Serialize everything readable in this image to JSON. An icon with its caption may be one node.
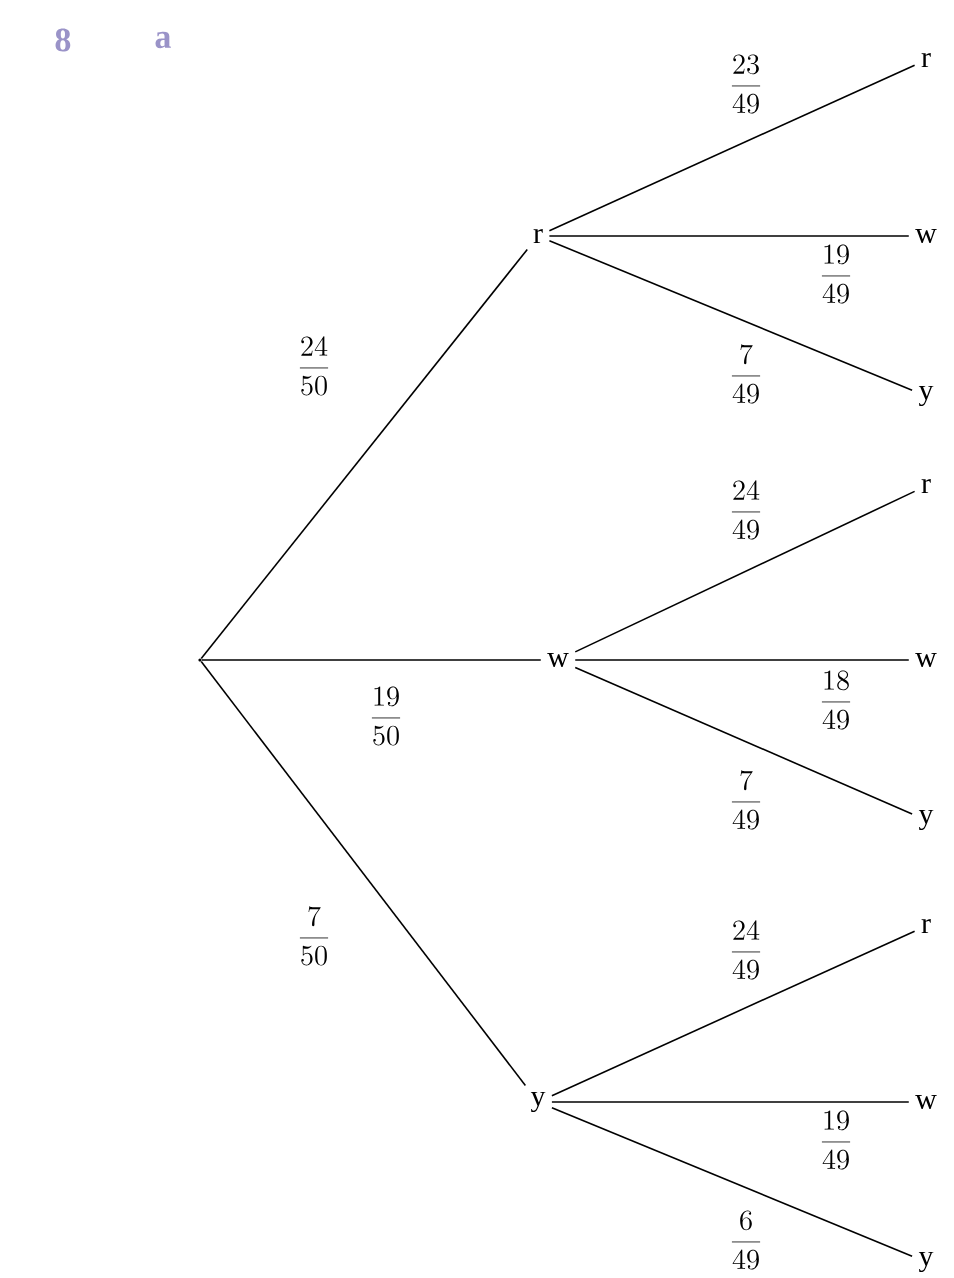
{
  "diagram": {
    "nodes": [
      {
        "text": [],
        "shape": "point"
      },
      {
        "text": [
          "r"
        ]
      },
      {
        "text": [
          "w"
        ]
      },
      {
        "text": [
          "y"
        ]
      },
      {
        "text": [
          "r"
        ]
      },
      {
        "text": [
          "w"
        ]
      },
      {
        "text": [
          "y"
        ]
      },
      {
        "text": [
          "r"
        ]
      },
      {
        "text": [
          "w"
        ]
      },
      {
        "text": [
          "y"
        ]
      },
      {
        "text": [
          "r"
        ]
      },
      {
        "text": [
          "w"
        ]
      },
      {
        "text": [
          "y"
        ]
      }
    ],
    "edges": [
      {
        "from": 0,
        "to": 1,
        "arrow": "none",
        "label": "\\frac{24}{50}"
      },
      {
        "from": 0,
        "to": 2,
        "arrow": "none",
        "label": "\\frac{19}{50}"
      },
      {
        "from": 0,
        "to": 3,
        "arrow": "none",
        "label": "\\frac{7}{50}"
      },
      {
        "from": 1,
        "to": 4,
        "arrow": "none",
        "label": "\\frac{23}{49}"
      },
      {
        "from": 1,
        "to": 5,
        "arrow": "none",
        "label": "\\frac{19}{49}"
      },
      {
        "from": 1,
        "to": 6,
        "arrow": "none",
        "label": "\\frac{7}{49}"
      },
      {
        "from": 2,
        "to": 7,
        "arrow": "none",
        "label": "\\frac{24}{49}"
      },
      {
        "from": 2,
        "to": 8,
        "arrow": "none",
        "label": "\\frac{18}{49}"
      },
      {
        "from": 2,
        "to": 9,
        "arrow": "none",
        "label": "\\frac{7}{49}"
      },
      {
        "from": 3,
        "to": 10,
        "arrow": "none",
        "label": "\\frac{24}{49}"
      },
      {
        "from": 3,
        "to": 11,
        "arrow": "none",
        "label": "\\frac{19}{49}"
      },
      {
        "from": 3,
        "to": 12,
        "arrow": "none",
        "label": "\\frac{6}{49}"
      }
    ],
    "labels": [
      "8",
      "a"
    ]
  }
}
